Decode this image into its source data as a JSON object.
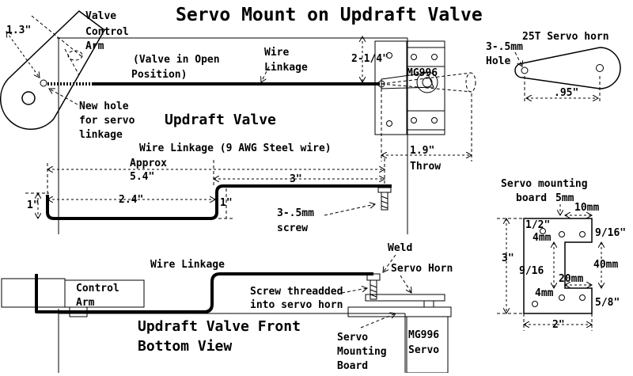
{
  "title": "Servo Mount on Updraft Valve",
  "top_view": {
    "valve_control_arm": "Valve Control Arm",
    "arm_offset": "1.3\"",
    "valve_open_line1": "(Valve in Open",
    "valve_open_line2": "Position)",
    "wire_linkage_line1": "Wire",
    "wire_linkage_line2": "Linkage",
    "servo_height": "2-1/4\"",
    "servo_model": "MG996",
    "new_hole_line1": "New hole",
    "new_hole_line2": "for servo",
    "new_hole_line3": "linkage",
    "updraft_valve": "Updraft Valve"
  },
  "wire_detail": {
    "heading": "Wire Linkage (9 AWG Steel wire)",
    "approx_line1": "Approx",
    "approx_line2": "5.4\"",
    "seg_3": "3\"",
    "seg_2_4": "2.4\"",
    "rise_left": "1\"",
    "rise_mid": "1\"",
    "screw_line1": "3-.5mm",
    "screw_line2": "screw",
    "throw_value": "1.9\"",
    "throw_label": "Throw"
  },
  "servo_horn": {
    "title": "25T Servo horn",
    "hole_line1": "3-.5mm",
    "hole_line2": "Hole",
    "spacing": ".95\""
  },
  "mount_board": {
    "title_line1": "Servo mounting",
    "title_line2": "board",
    "d_5mm": "5mm",
    "d_10mm": "10mm",
    "d_half": "1/2\"",
    "d_4mm_top": "4mm",
    "d_9_16_right": "9/16\"",
    "d_3in": "3\"",
    "d_9_16_left": "9/16",
    "d_40mm": "40mm",
    "d_20mm": "20mm",
    "d_4mm_bottom": "4mm",
    "d_5_8": "5/8\"",
    "d_2in": "2\""
  },
  "front_view": {
    "wire_linkage": "Wire Linkage",
    "weld": "Weld",
    "servo_horn": "Servo Horn",
    "control_arm_line1": "Control",
    "control_arm_line2": "Arm",
    "screw_line1": "Screw threadded",
    "screw_line2": "into servo horn",
    "title_line1": "Updraft Valve Front",
    "title_line2": "Bottom View",
    "board_line1": "Servo",
    "board_line2": "Mounting",
    "board_line3": "Board",
    "servo_line1": "MG996",
    "servo_line2": "Servo"
  }
}
